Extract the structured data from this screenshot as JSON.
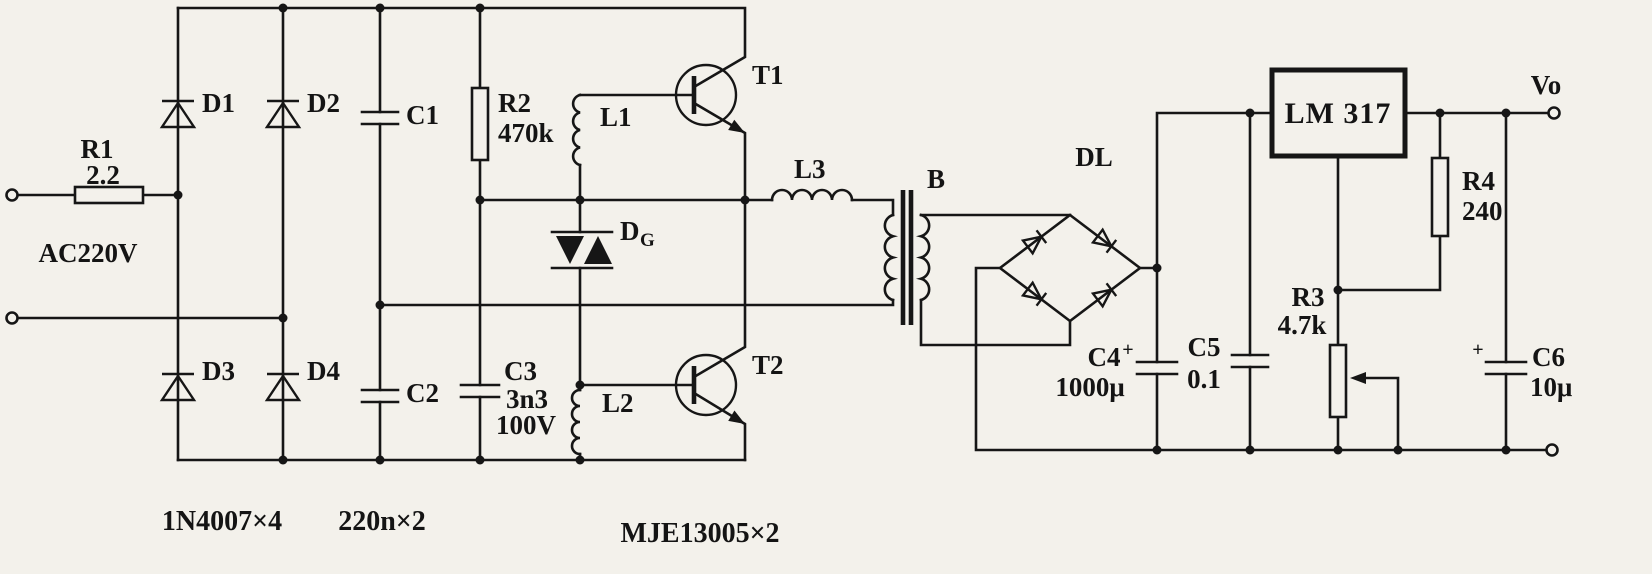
{
  "components": {
    "r1": {
      "ref": "R1",
      "value": "2.2"
    },
    "input": {
      "label": "AC220V"
    },
    "d1": {
      "ref": "D1"
    },
    "d2": {
      "ref": "D2"
    },
    "d3": {
      "ref": "D3"
    },
    "d4": {
      "ref": "D4"
    },
    "c1": {
      "ref": "C1"
    },
    "c2": {
      "ref": "C2"
    },
    "r2": {
      "ref": "R2",
      "value": "470k"
    },
    "c3": {
      "ref": "C3",
      "value": "3n3",
      "voltage": "100V"
    },
    "l1": {
      "ref": "L1"
    },
    "l2": {
      "ref": "L2"
    },
    "l3": {
      "ref": "L3"
    },
    "dg": {
      "ref": "D",
      "sub": "G"
    },
    "t1": {
      "ref": "T1"
    },
    "t2": {
      "ref": "T2"
    },
    "b": {
      "ref": "B"
    },
    "dl": {
      "ref": "DL"
    },
    "c4": {
      "ref": "C4",
      "value": "1000μ",
      "plus": "+"
    },
    "c5": {
      "ref": "C5",
      "value": "0.1"
    },
    "regulator": {
      "label": "LM 317"
    },
    "r4": {
      "ref": "R4",
      "value": "240"
    },
    "r3": {
      "ref": "R3",
      "value": "4.7k"
    },
    "c6": {
      "ref": "C6",
      "value": "10μ",
      "plus": "+"
    },
    "output": {
      "label": "Vo"
    }
  },
  "notes": {
    "bridge_diodes": "1N4007×4",
    "capacitors": "220n×2",
    "transistors": "MJE13005×2"
  }
}
